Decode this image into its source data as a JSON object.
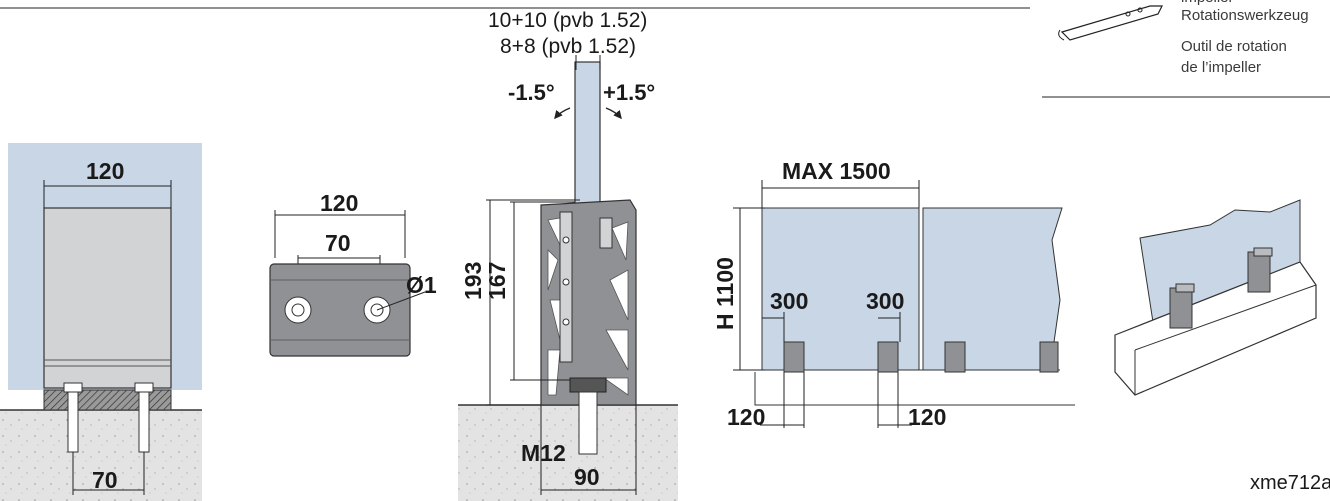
{
  "header": {
    "glass_thickness_1": "10+10 (pvb 1.52)",
    "glass_thickness_2": "8+8 (pvb 1.52)"
  },
  "tilt": {
    "minus": "-1.5°",
    "plus": "+1.5°"
  },
  "tool_caption": {
    "line_1": "impeller",
    "line_2": "Rotationswerkzeug",
    "line_3": "Outil de rotation",
    "line_4": "de l’impeller"
  },
  "front_view": {
    "width": "120",
    "bolt_spacing": "70"
  },
  "top_view": {
    "width": "120",
    "hole_spacing": "70",
    "hole_diameter": "Ø1"
  },
  "section_view": {
    "height_total": "193",
    "height_inner": "167",
    "anchor": "M12",
    "base_width": "90"
  },
  "panel_view": {
    "max_span": "MAX 1500",
    "height": "H 1100",
    "offset_1": "300",
    "offset_2": "300",
    "bracket_1": "120",
    "bracket_2": "120"
  },
  "reference": "xme712a",
  "colors": {
    "glass": "#c9d6e6",
    "metal": "#8f9194",
    "concrete": "#e3e3e3"
  }
}
